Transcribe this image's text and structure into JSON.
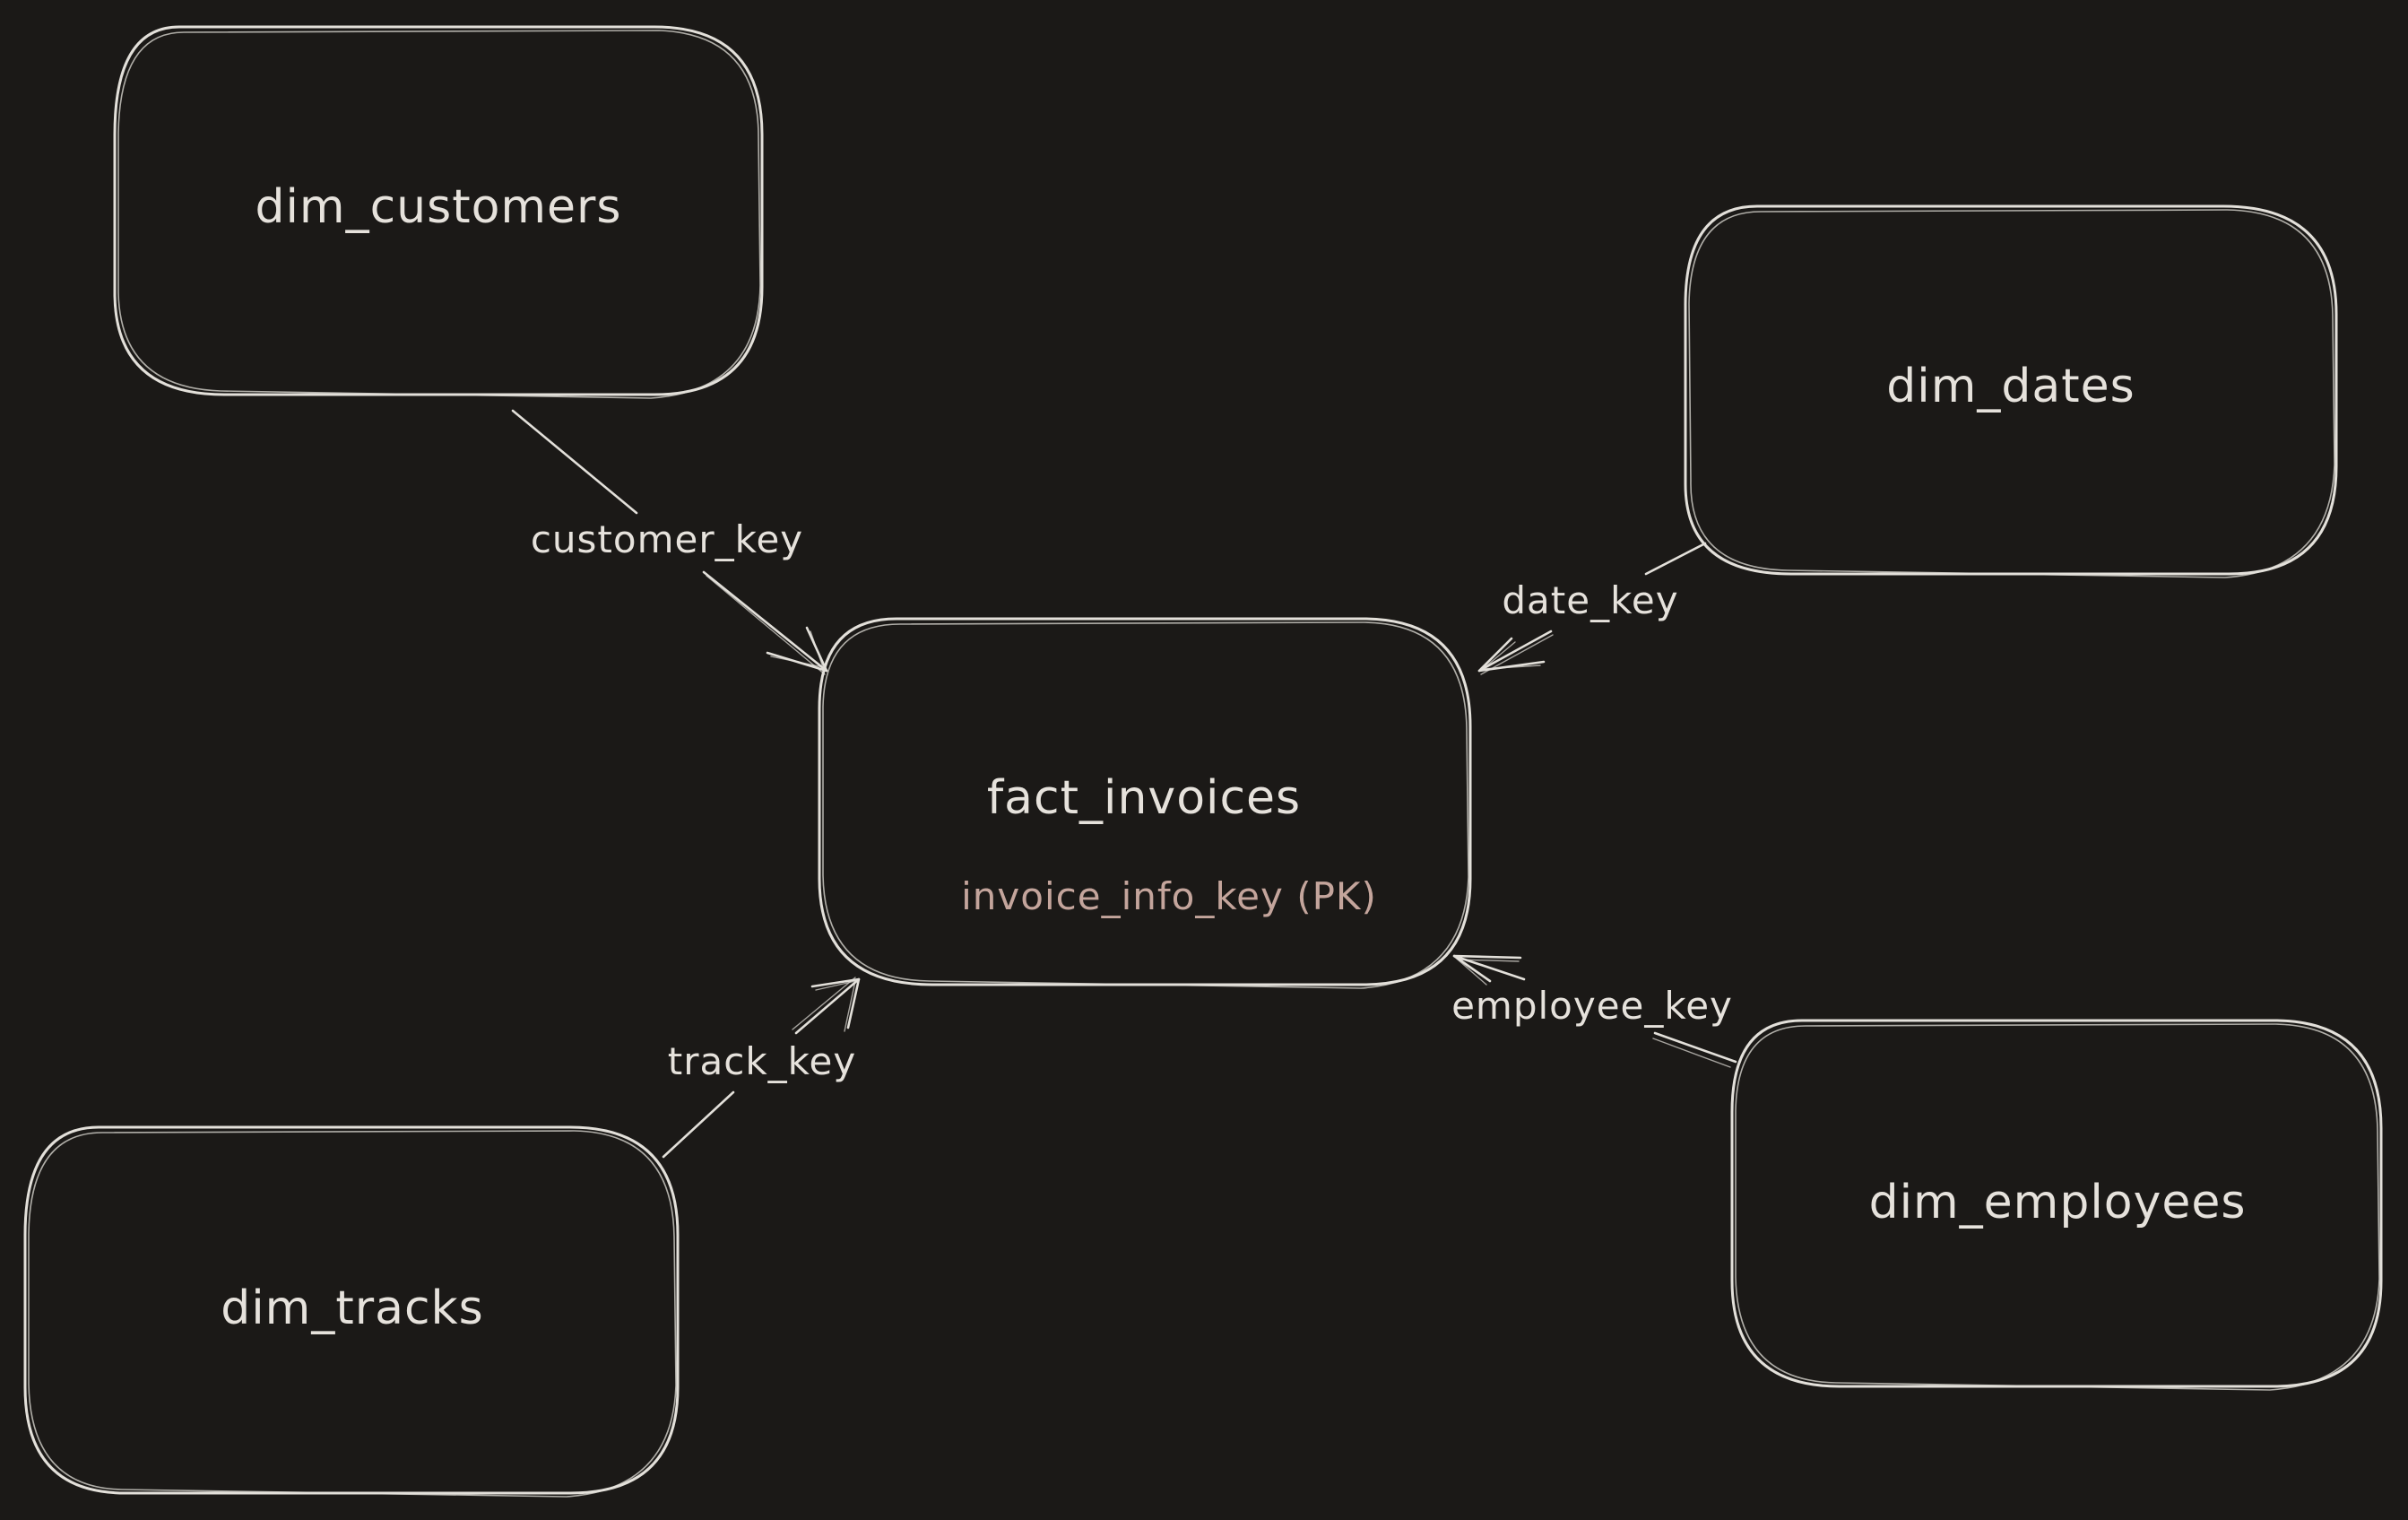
{
  "diagram": {
    "colors": {
      "background": "#1b1917",
      "stroke": "#e3e0da",
      "text": "#e6e2dc",
      "key_text": "#c4a59c"
    },
    "entities": {
      "dim_customers": {
        "label": "dim_customers"
      },
      "dim_dates": {
        "label": "dim_dates"
      },
      "fact_invoices": {
        "label": "fact_invoices",
        "key": "invoice_info_key (PK)"
      },
      "dim_tracks": {
        "label": "dim_tracks"
      },
      "dim_employees": {
        "label": "dim_employees"
      }
    },
    "relationships": {
      "customer": {
        "label": "customer_key",
        "from": "dim_customers",
        "to": "fact_invoices"
      },
      "date": {
        "label": "date_key",
        "from": "dim_dates",
        "to": "fact_invoices"
      },
      "track": {
        "label": "track_key",
        "from": "dim_tracks",
        "to": "fact_invoices"
      },
      "employee": {
        "label": "employee_key",
        "from": "dim_employees",
        "to": "fact_invoices"
      }
    }
  }
}
